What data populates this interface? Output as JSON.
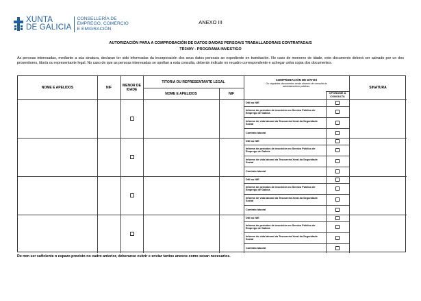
{
  "logo": {
    "brand_line1": "XUNTA",
    "brand_line2": "DE GALICIA",
    "dept_line1": "CONSELLERÍA DE",
    "dept_line2": "EMPREGO, COMERCIO",
    "dept_line3": "E EMIGRACIÓN",
    "color": "#1f5f9f"
  },
  "annex": "ANEXO III",
  "title_line1": "AUTORIZACIÓN PARA A COMPROBACIÓN DE DATOS DA/DAS PERSOA/S TRABALLADORA/S CONTRATADA/S",
  "title_line2": "TR349V - PROGRAMA INVESTIGO",
  "intro": "As persoas interesadas, mediante a súa sinatura, declaran ter sido informadas da incorporación dos seus datos persoais ao expediente en tramitación. No caso de menores de idade, este documento deberá ser asinado por un dos proxenitores, titor/a ou representante legal. No caso de que as persoas interesadas se opoñan a esta consulta, deberán indicalo no recadro correspondente e achegar unha copia dos documentos.",
  "table": {
    "headers": {
      "name": "NOME E APELIDOS",
      "nif": "NIF",
      "minor_line1": "MENOR DE",
      "minor_line2": "IDADE",
      "guardian": "TITOR/A OU REPRESENTANTE LEGAL",
      "guardian_name": "NOME E APELIDOS",
      "guardian_nif": "NIF",
      "check_title": "COMPROBACIÓN DE DATOS",
      "check_sub_line1": "Os seguintes documentos serán obxecto de consulta ás",
      "check_sub_line2": "administracións públicas.",
      "oppose_line1": "OPÓÑOME Á",
      "oppose_line2": "CONSULTA",
      "signature": "SINATURA"
    },
    "documents": [
      "DNI ou NIE",
      "Informe de períodos de inscrición no Servizo Público de Emprego de Galicia",
      "Informe de vida laboral da Tesourería Xeral da Seguridade Social",
      "Contrato laboral"
    ],
    "rows": 4
  },
  "footer": "De non ser suficiente o espazo previsto no cadro anterior, deberanse cubrir e enviar tantos anexos como sexan necesarios."
}
